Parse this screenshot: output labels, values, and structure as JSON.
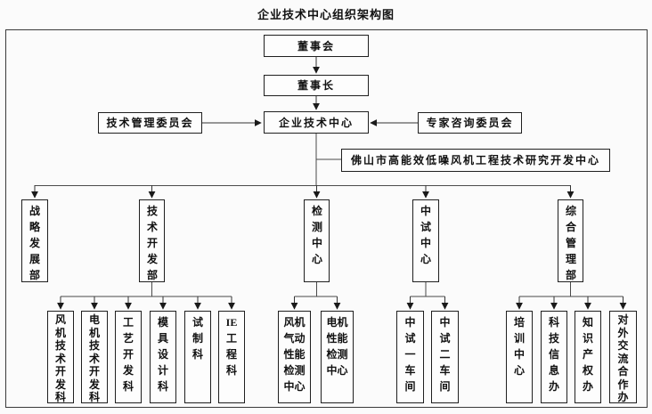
{
  "title": "企业技术中心组织架构图",
  "top_nodes": {
    "board": "董事会",
    "chairman": "董事长",
    "tech_center": "企业技术中心",
    "tech_mgmt_committee": "技术管理委员会",
    "expert_advisory_committee": "专家咨询委员会",
    "foshan_rd_center": "佛山市高能效低噪风机工程技术研究开发中心"
  },
  "departments": {
    "strategy": "战略发展部",
    "tech_dev": "技术开发部",
    "testing": "检测中心",
    "pilot": "中试中心",
    "admin": "综合管理部"
  },
  "sections": {
    "tech_dev": [
      "风机技术开发科",
      "电机技术开发科",
      "工艺开发科",
      "模具设计科",
      "试制科",
      "IE工程科"
    ],
    "testing": [
      "风机气动性能检测中心",
      "电机性能检测中心"
    ],
    "pilot": [
      "中试一车间",
      "中试二车间"
    ],
    "admin": [
      "培训中心",
      "科技信息办",
      "知识产权办",
      "对外交流合作办"
    ]
  },
  "colors": {
    "background": "#fbfbfb",
    "box_border": "#1f1f1f",
    "connector_line": "#4a4a4a",
    "arrowhead": "#1a1a1a"
  }
}
